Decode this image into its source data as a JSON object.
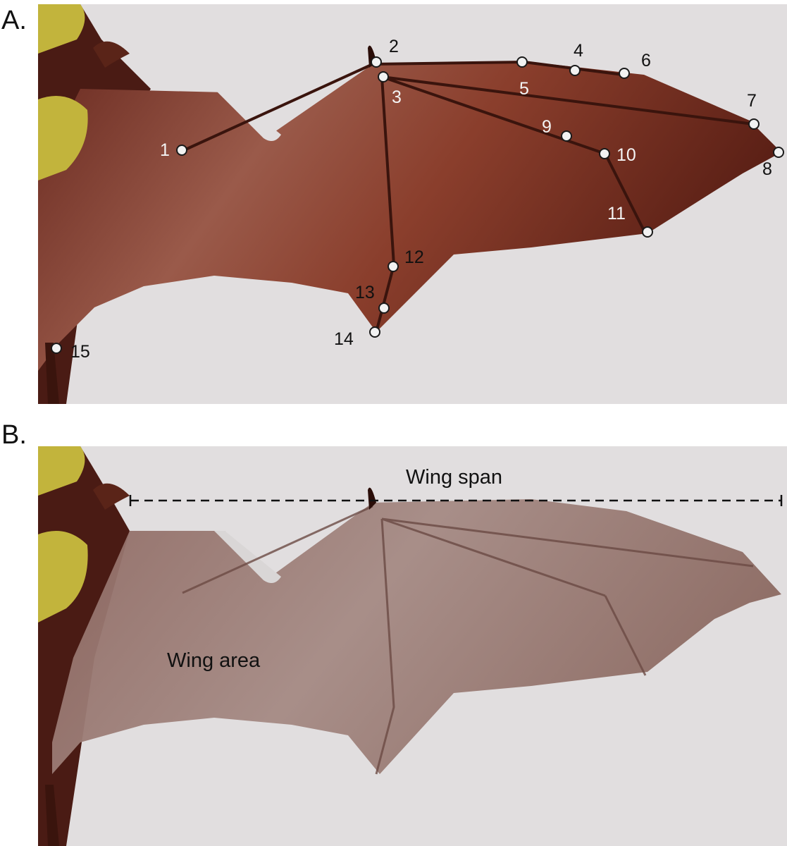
{
  "panels": [
    {
      "letter": "A.",
      "landmarks": [
        "1",
        "2",
        "3",
        "4",
        "5",
        "6",
        "7",
        "8",
        "9",
        "10",
        "11",
        "12",
        "13",
        "14",
        "15"
      ]
    },
    {
      "letter": "B.",
      "labels": {
        "span": "Wing span",
        "area": "Wing area"
      }
    }
  ],
  "colors": {
    "background": "#e1dedf",
    "wing_membrane": "#8a3e2c",
    "wing_dark": "#4a1b14",
    "glove": "#c2b43c",
    "landmark_fill": "#f2f2f2",
    "landmark_stroke": "#1a1a1a",
    "area_overlay": "#d4d0d0"
  }
}
